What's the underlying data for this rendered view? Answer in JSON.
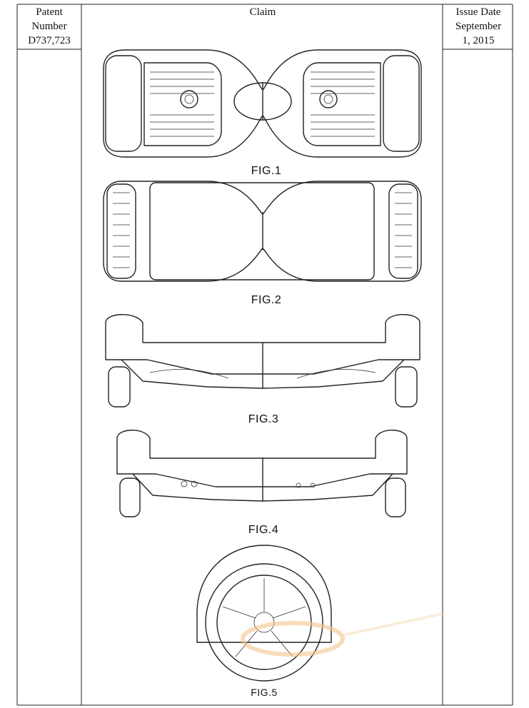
{
  "table": {
    "headers": {
      "patent_number": [
        "Patent",
        "Number"
      ],
      "claim": "Claim",
      "issue_date": [
        "Issue Date",
        "September",
        "1, 2015"
      ]
    },
    "patent_number_value": "D737,723"
  },
  "figures": [
    {
      "label": "FIG.1",
      "view": "top"
    },
    {
      "label": "FIG.2",
      "view": "bottom"
    },
    {
      "label": "FIG.3",
      "view": "front"
    },
    {
      "label": "FIG.4",
      "view": "rear"
    },
    {
      "label": "FIG.5",
      "view": "side"
    }
  ],
  "colors": {
    "line": "#222222",
    "watermark": "#f3c48a"
  }
}
